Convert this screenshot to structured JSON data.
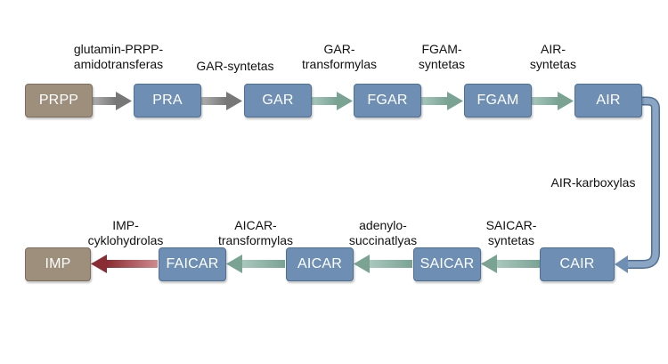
{
  "nodes": {
    "prpp": "PRPP",
    "pra": "PRA",
    "gar": "GAR",
    "fgar": "FGAR",
    "fgam": "FGAM",
    "air": "AIR",
    "cair": "CAIR",
    "saicar": "SAICAR",
    "aicar": "AICAR",
    "faicar": "FAICAR",
    "imp": "IMP"
  },
  "enzymes": {
    "prpp_pra": "glutamin-PRPP-\namidotransferas",
    "pra_gar": "GAR-syntetas",
    "gar_fgar": "GAR-\ntransformylas",
    "fgar_fgam": "FGAM-\nsyntetas",
    "fgam_air": "AIR-\nsyntetas",
    "air_cair": "AIR-karboxylas",
    "cair_saicar": "SAICAR-\nsyntetas",
    "saicar_aicar": "adenylo-\nsuccinatlyas",
    "aicar_faicar": "AICAR-\ntransformylas",
    "faicar_imp": "IMP-\ncyklohydrolas"
  },
  "colors": {
    "node_blue": "#6e8fb3",
    "node_brown": "#9e8e7c",
    "arrow_gray": "#8c8c8c",
    "arrow_green": "#8db3a6",
    "arrow_red": "#b8545a",
    "connector": "#7d9ab8"
  }
}
